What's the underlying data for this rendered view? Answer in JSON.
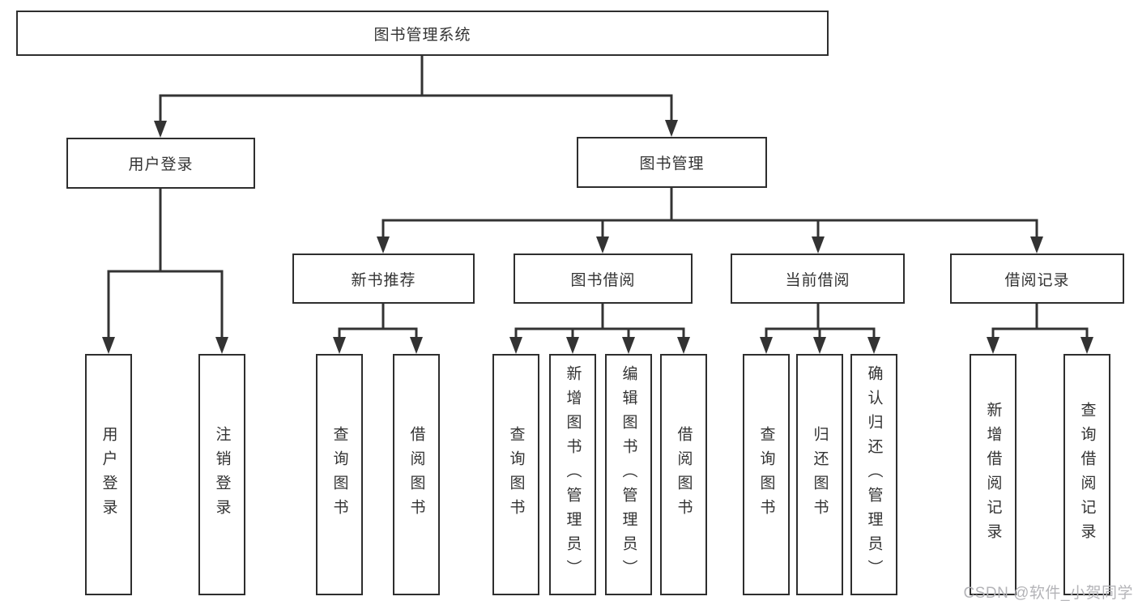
{
  "colors": {
    "line": "#333333",
    "node_border": "#2e2e2e",
    "node_background": "#ffffff",
    "text": "#333333",
    "page_background": "#ffffff",
    "watermark": "#b4b4b8"
  },
  "watermark": {
    "text": "CSDN @软件_小贺同学"
  },
  "tree": {
    "label": "图书管理系统",
    "children": [
      {
        "label": "用户登录",
        "children": [
          {
            "label": "用户登录"
          },
          {
            "label": "注销登录"
          }
        ]
      },
      {
        "label": "图书管理",
        "children": [
          {
            "label": "新书推荐",
            "children": [
              {
                "label": "查询图书"
              },
              {
                "label": "借阅图书"
              }
            ]
          },
          {
            "label": "图书借阅",
            "children": [
              {
                "label": "查询图书"
              },
              {
                "label": "新增图书（管理员）"
              },
              {
                "label": "编辑图书（管理员）"
              },
              {
                "label": "借阅图书"
              }
            ]
          },
          {
            "label": "当前借阅",
            "children": [
              {
                "label": "查询图书"
              },
              {
                "label": "归还图书"
              },
              {
                "label": "确认归还（管理员）"
              }
            ]
          },
          {
            "label": "借阅记录",
            "children": [
              {
                "label": "新增借阅记录"
              },
              {
                "label": "查询借阅记录"
              }
            ]
          }
        ]
      }
    ]
  }
}
